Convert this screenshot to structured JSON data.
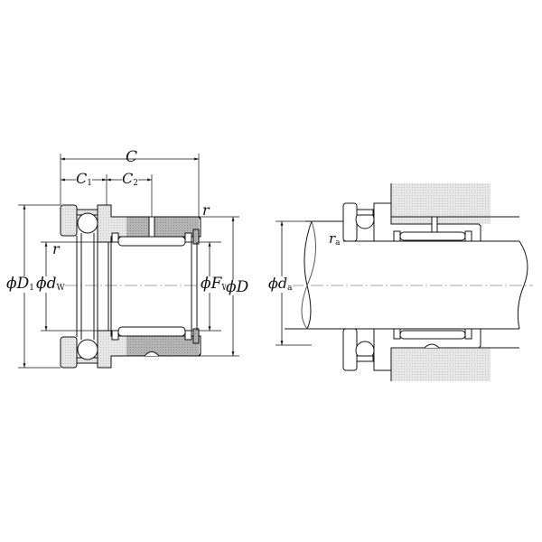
{
  "figure": {
    "title": "Combined needle roller bearing with deep groove ball bearing — dimension drawing",
    "views": [
      "bearing-section",
      "mounting-arrangement"
    ]
  },
  "left_view": {
    "labels": {
      "C": "C",
      "C1": "C",
      "C1_sub": "1",
      "C2": "C",
      "C2_sub": "2",
      "r_top": "r",
      "r_left": "r",
      "D1_phi": "ϕD",
      "D1_sub": "1",
      "dw_phi": "ϕd",
      "dw_sub": "W",
      "Fw_phi": "ϕF",
      "Fw_sub": "W",
      "D_phi": "ϕD"
    }
  },
  "right_view": {
    "labels": {
      "ra": "r",
      "ra_sub": "a",
      "da_phi": "ϕd",
      "da_sub": "a"
    }
  },
  "colors": {
    "line": "#111111",
    "fill_light": "#dcdcdc",
    "fill_dark": "#a9a9a9",
    "hatch": "#e2e2e2",
    "background": "#ffffff"
  }
}
